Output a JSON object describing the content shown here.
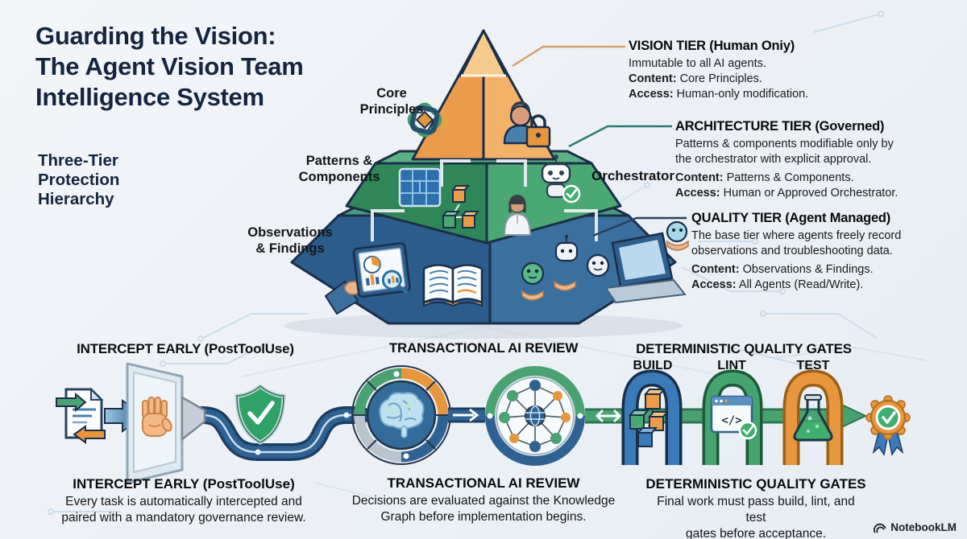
{
  "title": "Guarding the Vision:\nThe Agent Vision Team\nIntelligence System",
  "subtitle": "Three-Tier\nProtection\nHierarchy",
  "pyramid": {
    "tier_labels": {
      "core": "Core\nPrinciples",
      "patterns": "Patterns &\nComponents",
      "observations": "Observations\n& Findings",
      "orchestrator": "Orchestrator"
    },
    "callouts": {
      "vision": {
        "title": "VISION TIER (Human Oniy)",
        "desc": "Immutable to all AI agents.",
        "content_label": "Content:",
        "content": " Core Principles.",
        "access_label": "Access:",
        "access": " Human-only modification."
      },
      "architecture": {
        "title": "ARCHITECTURE TIER (Governed)",
        "desc": "Patterns & components modifiable only by\nthe orchestrator with explicit approval.",
        "content_label": "Content:",
        "content": " Patterns & Components.",
        "access_label": "Access:",
        "access": " Human or Approved Orchestrator."
      },
      "quality": {
        "title": "QUALITY TIER (Agent Managed)",
        "desc": "The base tier where agents freely record\nobservations and troubleshooting data.",
        "content_label": "Content:",
        "content": " Observations & Findings.",
        "access_label": "Access:",
        "access": " All Agents (Read/Write)."
      }
    }
  },
  "workflow": {
    "stages": [
      {
        "header": "INTERCEPT EARLY (PostToolUse)",
        "caption_title": "INTERCEPT EARLY (PostToolUse)",
        "caption": "Every task is automatically intercepted and\npaired with a mandatory governance review."
      },
      {
        "header": "TRANSACTIONAL AI REVIEW",
        "caption_title": "TRANSACTIONAL AI REVIEW",
        "caption": "Decisions are evaluated against the Knowledge\nGraph before implementation begins."
      },
      {
        "header": "DETERMINISTIC QUALITY GATES",
        "caption_title": "DETERMINISTIC QUALITY GATES",
        "caption": "Final work must pass build, lint, and test\ngates before acceptance."
      }
    ],
    "gates": [
      "BUILD",
      "LINT",
      "TEST"
    ],
    "code_glyph": "</>"
  },
  "watermark": "NotebookLM",
  "colors": {
    "background": "#EDF1F6",
    "title_navy": "#16253F",
    "tier_vision_orange": "#EB9C4A",
    "tier_architecture_green": "#3F9E6D",
    "tier_quality_blue": "#2E5F8E",
    "accent_green": "#3FAE6E",
    "accent_orange": "#E8963E",
    "accent_blue": "#2F6292",
    "connector_orange": "#D8A169",
    "connector_teal": "#2A7D72",
    "connector_navy": "#27415F"
  }
}
